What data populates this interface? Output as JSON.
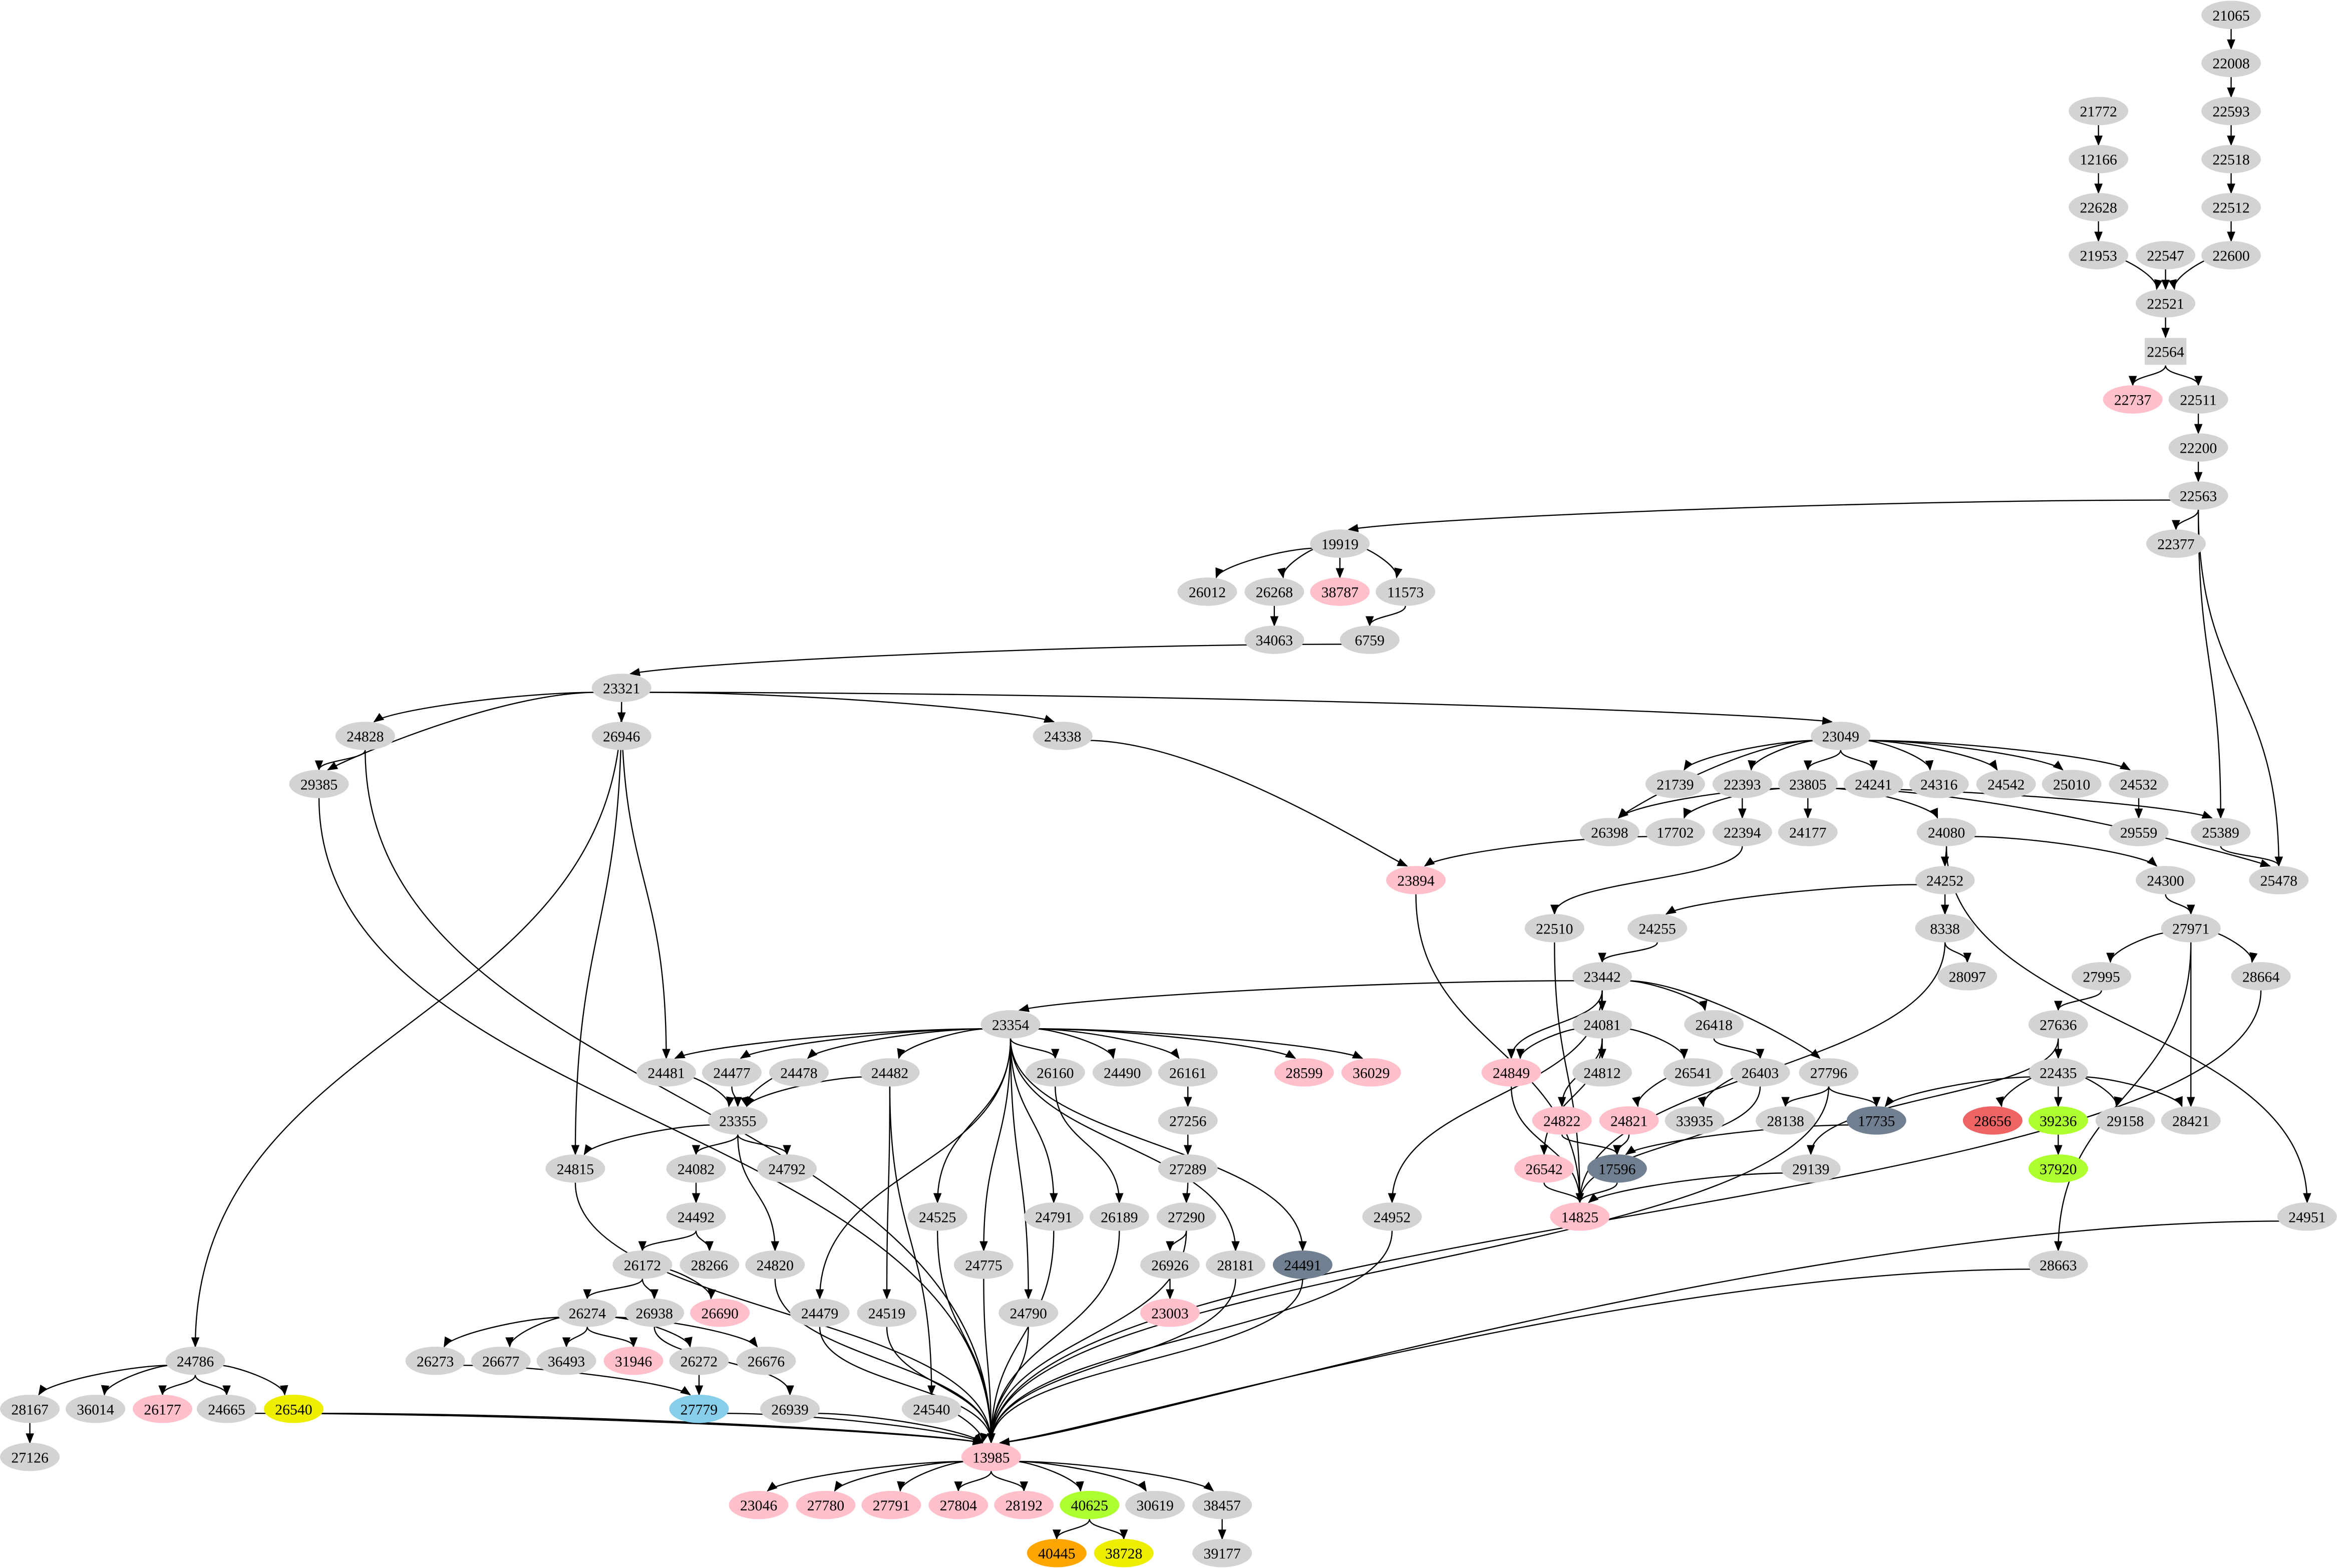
{
  "colors": {
    "default": "#d3d3d3",
    "pink": "#ffc0cb",
    "slate": "#708090",
    "yellow": "#eeee00",
    "skyblue": "#87ceeb",
    "greenyellow": "#adff2f",
    "orange": "#ffa500",
    "red": "#ee6363"
  },
  "nodes": [
    {
      "label": "21065",
      "color": "default"
    },
    {
      "label": "22008",
      "color": "default"
    },
    {
      "label": "22593",
      "color": "default"
    },
    {
      "label": "22518",
      "color": "default"
    },
    {
      "label": "22512",
      "color": "default"
    },
    {
      "label": "22600",
      "color": "default"
    },
    {
      "label": "21772",
      "color": "default"
    },
    {
      "label": "12166",
      "color": "default"
    },
    {
      "label": "22628",
      "color": "default"
    },
    {
      "label": "21953",
      "color": "default"
    },
    {
      "label": "22547",
      "color": "default"
    },
    {
      "label": "22521",
      "color": "default"
    },
    {
      "label": "22564",
      "color": "default",
      "shape": "box"
    },
    {
      "label": "22737",
      "color": "pink"
    },
    {
      "label": "22511",
      "color": "default"
    },
    {
      "label": "22200",
      "color": "default"
    },
    {
      "label": "22563",
      "color": "default"
    },
    {
      "label": "22377",
      "color": "default"
    },
    {
      "label": "19919",
      "color": "default"
    },
    {
      "label": "26012",
      "color": "default"
    },
    {
      "label": "26268",
      "color": "default"
    },
    {
      "label": "38787",
      "color": "pink"
    },
    {
      "label": "11573",
      "color": "default"
    },
    {
      "label": "34063",
      "color": "default"
    },
    {
      "label": "6759",
      "color": "default"
    },
    {
      "label": "23321",
      "color": "default"
    },
    {
      "label": "24828",
      "color": "default"
    },
    {
      "label": "26946",
      "color": "default"
    },
    {
      "label": "24338",
      "color": "default"
    },
    {
      "label": "23049",
      "color": "default"
    },
    {
      "label": "29385",
      "color": "default"
    },
    {
      "label": "21739",
      "color": "default"
    },
    {
      "label": "22393",
      "color": "default"
    },
    {
      "label": "23805",
      "color": "default"
    },
    {
      "label": "24241",
      "color": "default"
    },
    {
      "label": "24316",
      "color": "default"
    },
    {
      "label": "24542",
      "color": "default"
    },
    {
      "label": "25010",
      "color": "default"
    },
    {
      "label": "24532",
      "color": "default"
    },
    {
      "label": "26398",
      "color": "default"
    },
    {
      "label": "17702",
      "color": "default"
    },
    {
      "label": "22394",
      "color": "default"
    },
    {
      "label": "24177",
      "color": "default"
    },
    {
      "label": "24080",
      "color": "default"
    },
    {
      "label": "29559",
      "color": "default"
    },
    {
      "label": "25389",
      "color": "default"
    },
    {
      "label": "23894",
      "color": "pink"
    },
    {
      "label": "24252",
      "color": "default"
    },
    {
      "label": "24300",
      "color": "default"
    },
    {
      "label": "25478",
      "color": "default"
    },
    {
      "label": "22510",
      "color": "default"
    },
    {
      "label": "24255",
      "color": "default"
    },
    {
      "label": "8338",
      "color": "default"
    },
    {
      "label": "27971",
      "color": "default"
    },
    {
      "label": "23442",
      "color": "default"
    },
    {
      "label": "28097",
      "color": "default"
    },
    {
      "label": "27995",
      "color": "default"
    },
    {
      "label": "28664",
      "color": "default"
    },
    {
      "label": "23354",
      "color": "default"
    },
    {
      "label": "24081",
      "color": "default"
    },
    {
      "label": "26418",
      "color": "default"
    },
    {
      "label": "27636",
      "color": "default"
    },
    {
      "label": "24481",
      "color": "default"
    },
    {
      "label": "24477",
      "color": "default"
    },
    {
      "label": "24478",
      "color": "default"
    },
    {
      "label": "24482",
      "color": "default"
    },
    {
      "label": "26160",
      "color": "default"
    },
    {
      "label": "24490",
      "color": "default"
    },
    {
      "label": "26161",
      "color": "default"
    },
    {
      "label": "28599",
      "color": "pink"
    },
    {
      "label": "36029",
      "color": "pink"
    },
    {
      "label": "24849",
      "color": "pink"
    },
    {
      "label": "24812",
      "color": "default"
    },
    {
      "label": "26541",
      "color": "default"
    },
    {
      "label": "26403",
      "color": "default"
    },
    {
      "label": "27796",
      "color": "default"
    },
    {
      "label": "22435",
      "color": "default"
    },
    {
      "label": "23355",
      "color": "default"
    },
    {
      "label": "27256",
      "color": "default"
    },
    {
      "label": "24822",
      "color": "pink"
    },
    {
      "label": "24821",
      "color": "pink"
    },
    {
      "label": "33935",
      "color": "default"
    },
    {
      "label": "28138",
      "color": "default"
    },
    {
      "label": "17735",
      "color": "slate"
    },
    {
      "label": "28656",
      "color": "red"
    },
    {
      "label": "39236",
      "color": "greenyellow"
    },
    {
      "label": "29158",
      "color": "default"
    },
    {
      "label": "28421",
      "color": "default"
    },
    {
      "label": "24815",
      "color": "default"
    },
    {
      "label": "24082",
      "color": "default"
    },
    {
      "label": "24792",
      "color": "default"
    },
    {
      "label": "27289",
      "color": "default"
    },
    {
      "label": "26542",
      "color": "pink"
    },
    {
      "label": "17596",
      "color": "slate"
    },
    {
      "label": "29139",
      "color": "default"
    },
    {
      "label": "37920",
      "color": "greenyellow"
    },
    {
      "label": "24951",
      "color": "default"
    },
    {
      "label": "24492",
      "color": "default"
    },
    {
      "label": "24525",
      "color": "default"
    },
    {
      "label": "24791",
      "color": "default"
    },
    {
      "label": "26189",
      "color": "default"
    },
    {
      "label": "27290",
      "color": "default"
    },
    {
      "label": "24952",
      "color": "default"
    },
    {
      "label": "14825",
      "color": "pink"
    },
    {
      "label": "26172",
      "color": "default"
    },
    {
      "label": "28266",
      "color": "default"
    },
    {
      "label": "24820",
      "color": "default"
    },
    {
      "label": "24775",
      "color": "default"
    },
    {
      "label": "26926",
      "color": "default"
    },
    {
      "label": "28181",
      "color": "default"
    },
    {
      "label": "24491",
      "color": "slate"
    },
    {
      "label": "28663",
      "color": "default"
    },
    {
      "label": "26274",
      "color": "default"
    },
    {
      "label": "26938",
      "color": "default"
    },
    {
      "label": "26690",
      "color": "pink"
    },
    {
      "label": "24479",
      "color": "default"
    },
    {
      "label": "24519",
      "color": "default"
    },
    {
      "label": "24790",
      "color": "default"
    },
    {
      "label": "23003",
      "color": "pink"
    },
    {
      "label": "24786",
      "color": "default"
    },
    {
      "label": "26273",
      "color": "default"
    },
    {
      "label": "26677",
      "color": "default"
    },
    {
      "label": "36493",
      "color": "default"
    },
    {
      "label": "31946",
      "color": "pink"
    },
    {
      "label": "26272",
      "color": "default"
    },
    {
      "label": "26676",
      "color": "default"
    },
    {
      "label": "28167",
      "color": "default"
    },
    {
      "label": "36014",
      "color": "default"
    },
    {
      "label": "26177",
      "color": "pink"
    },
    {
      "label": "24665",
      "color": "default"
    },
    {
      "label": "26540",
      "color": "yellow"
    },
    {
      "label": "27779",
      "color": "skyblue"
    },
    {
      "label": "26939",
      "color": "default"
    },
    {
      "label": "24540",
      "color": "default"
    },
    {
      "label": "27126",
      "color": "default"
    },
    {
      "label": "13985",
      "color": "pink"
    },
    {
      "label": "23046",
      "color": "pink"
    },
    {
      "label": "27780",
      "color": "pink"
    },
    {
      "label": "27791",
      "color": "pink"
    },
    {
      "label": "27804",
      "color": "pink"
    },
    {
      "label": "28192",
      "color": "pink"
    },
    {
      "label": "40625",
      "color": "greenyellow"
    },
    {
      "label": "30619",
      "color": "default"
    },
    {
      "label": "38457",
      "color": "default"
    },
    {
      "label": "40445",
      "color": "orange"
    },
    {
      "label": "38728",
      "color": "yellow"
    },
    {
      "label": "39177",
      "color": "default"
    }
  ],
  "edges": [
    [
      "21065",
      "22008"
    ],
    [
      "22008",
      "22593"
    ],
    [
      "22593",
      "22518"
    ],
    [
      "22518",
      "22512"
    ],
    [
      "22512",
      "22600"
    ],
    [
      "22600",
      "22521"
    ],
    [
      "21772",
      "12166"
    ],
    [
      "12166",
      "22628"
    ],
    [
      "22628",
      "21953"
    ],
    [
      "21953",
      "22521"
    ],
    [
      "22547",
      "22521"
    ],
    [
      "22521",
      "22564"
    ],
    [
      "22564",
      "22737"
    ],
    [
      "22564",
      "22511"
    ],
    [
      "22511",
      "22200"
    ],
    [
      "22200",
      "22563"
    ],
    [
      "22563",
      "19919"
    ],
    [
      "22563",
      "22377"
    ],
    [
      "22563",
      "25389"
    ],
    [
      "22563",
      "25478"
    ],
    [
      "19919",
      "26012"
    ],
    [
      "19919",
      "26268"
    ],
    [
      "19919",
      "38787"
    ],
    [
      "19919",
      "11573"
    ],
    [
      "26268",
      "34063"
    ],
    [
      "11573",
      "6759"
    ],
    [
      "6759",
      "23321"
    ],
    [
      "23321",
      "24786"
    ],
    [
      "23321",
      "29385"
    ],
    [
      "23321",
      "24828"
    ],
    [
      "23321",
      "26946"
    ],
    [
      "23321",
      "24815"
    ],
    [
      "23321",
      "24481"
    ],
    [
      "23321",
      "24338"
    ],
    [
      "23321",
      "23049"
    ],
    [
      "24828",
      "29385"
    ],
    [
      "24828",
      "13985"
    ],
    [
      "29385",
      "13985"
    ],
    [
      "24338",
      "23894"
    ],
    [
      "23049",
      "26398"
    ],
    [
      "23049",
      "21739"
    ],
    [
      "23049",
      "22393"
    ],
    [
      "23049",
      "23805"
    ],
    [
      "23049",
      "24241"
    ],
    [
      "23049",
      "24316"
    ],
    [
      "23049",
      "24542"
    ],
    [
      "23049",
      "25010"
    ],
    [
      "23049",
      "24532"
    ],
    [
      "22393",
      "22394"
    ],
    [
      "24532",
      "29559"
    ],
    [
      "23805",
      "26398"
    ],
    [
      "23805",
      "17702"
    ],
    [
      "23805",
      "24177"
    ],
    [
      "23805",
      "24080"
    ],
    [
      "23805",
      "25389"
    ],
    [
      "23805",
      "25478"
    ],
    [
      "17702",
      "23894"
    ],
    [
      "22394",
      "22510"
    ],
    [
      "25389",
      "25478"
    ],
    [
      "24080",
      "24252"
    ],
    [
      "24080",
      "24300"
    ],
    [
      "24080",
      "24951"
    ],
    [
      "24252",
      "24255"
    ],
    [
      "24252",
      "8338"
    ],
    [
      "24300",
      "27971"
    ],
    [
      "8338",
      "28097"
    ],
    [
      "8338",
      "14825"
    ],
    [
      "27971",
      "27995"
    ],
    [
      "27971",
      "28664"
    ],
    [
      "27971",
      "28421"
    ],
    [
      "27971",
      "28663"
    ],
    [
      "27995",
      "27636"
    ],
    [
      "27636",
      "22435"
    ],
    [
      "27636",
      "29139"
    ],
    [
      "28664",
      "13985"
    ],
    [
      "24951",
      "13985"
    ],
    [
      "28663",
      "13985"
    ],
    [
      "27796",
      "13985"
    ],
    [
      "24952",
      "13985"
    ],
    [
      "22510",
      "14825"
    ],
    [
      "23894",
      "14825"
    ],
    [
      "24255",
      "23442"
    ],
    [
      "23442",
      "23354"
    ],
    [
      "23442",
      "24952"
    ],
    [
      "23442",
      "24849"
    ],
    [
      "23442",
      "24081"
    ],
    [
      "23442",
      "26418"
    ],
    [
      "23442",
      "27796"
    ],
    [
      "24081",
      "24849"
    ],
    [
      "24081",
      "24812"
    ],
    [
      "24081",
      "24822"
    ],
    [
      "24081",
      "26542"
    ],
    [
      "24081",
      "26541"
    ],
    [
      "26418",
      "26403"
    ],
    [
      "26541",
      "24821"
    ],
    [
      "26403",
      "33935"
    ],
    [
      "26403",
      "14825"
    ],
    [
      "27796",
      "28138"
    ],
    [
      "27796",
      "17735"
    ],
    [
      "22435",
      "17735"
    ],
    [
      "22435",
      "28656"
    ],
    [
      "22435",
      "39236"
    ],
    [
      "22435",
      "29158"
    ],
    [
      "22435",
      "28421"
    ],
    [
      "39236",
      "37920"
    ],
    [
      "24822",
      "17596"
    ],
    [
      "24821",
      "17596"
    ],
    [
      "17735",
      "17596"
    ],
    [
      "24849",
      "14825"
    ],
    [
      "26542",
      "14825"
    ],
    [
      "17596",
      "14825"
    ],
    [
      "29139",
      "14825"
    ],
    [
      "23354",
      "24481"
    ],
    [
      "23354",
      "24477"
    ],
    [
      "23354",
      "24478"
    ],
    [
      "23354",
      "24482"
    ],
    [
      "23354",
      "24479"
    ],
    [
      "23354",
      "24525"
    ],
    [
      "23354",
      "24775"
    ],
    [
      "23354",
      "24790"
    ],
    [
      "23354",
      "24791"
    ],
    [
      "23354",
      "26160"
    ],
    [
      "23354",
      "24490"
    ],
    [
      "23354",
      "26161"
    ],
    [
      "23354",
      "28181"
    ],
    [
      "23354",
      "24491"
    ],
    [
      "23354",
      "28599"
    ],
    [
      "23354",
      "36029"
    ],
    [
      "24481",
      "23355"
    ],
    [
      "24477",
      "23355"
    ],
    [
      "24478",
      "23355"
    ],
    [
      "24482",
      "23355"
    ],
    [
      "24482",
      "24519"
    ],
    [
      "24482",
      "24540"
    ],
    [
      "23355",
      "24815"
    ],
    [
      "23355",
      "24082"
    ],
    [
      "23355",
      "24792"
    ],
    [
      "23355",
      "24820"
    ],
    [
      "24082",
      "24492"
    ],
    [
      "24492",
      "26172"
    ],
    [
      "24492",
      "28266"
    ],
    [
      "26172",
      "26274"
    ],
    [
      "26172",
      "26938"
    ],
    [
      "26172",
      "26690"
    ],
    [
      "26274",
      "26273"
    ],
    [
      "26274",
      "26677"
    ],
    [
      "26274",
      "36493"
    ],
    [
      "26274",
      "31946"
    ],
    [
      "26274",
      "26272"
    ],
    [
      "26274",
      "26676"
    ],
    [
      "26938",
      "26939"
    ],
    [
      "26272",
      "27779"
    ],
    [
      "26273",
      "27779"
    ],
    [
      "27779",
      "13985"
    ],
    [
      "26939",
      "13985"
    ],
    [
      "24540",
      "13985"
    ],
    [
      "24815",
      "13985"
    ],
    [
      "24820",
      "13985"
    ],
    [
      "24479",
      "13985"
    ],
    [
      "24519",
      "13985"
    ],
    [
      "24525",
      "13985"
    ],
    [
      "24775",
      "13985"
    ],
    [
      "24790",
      "13985"
    ],
    [
      "24791",
      "13985"
    ],
    [
      "26189",
      "13985"
    ],
    [
      "27290",
      "13985"
    ],
    [
      "28181",
      "13985"
    ],
    [
      "24491",
      "13985"
    ],
    [
      "24665",
      "13985"
    ],
    [
      "26540",
      "13985"
    ],
    [
      "26160",
      "26189"
    ],
    [
      "26161",
      "27256"
    ],
    [
      "27256",
      "27289"
    ],
    [
      "27289",
      "27290"
    ],
    [
      "27290",
      "26926"
    ],
    [
      "26926",
      "23003"
    ],
    [
      "24786",
      "28167"
    ],
    [
      "24786",
      "36014"
    ],
    [
      "24786",
      "26177"
    ],
    [
      "24786",
      "24665"
    ],
    [
      "24786",
      "26540"
    ],
    [
      "28167",
      "27126"
    ],
    [
      "13985",
      "23046"
    ],
    [
      "13985",
      "27780"
    ],
    [
      "13985",
      "27791"
    ],
    [
      "13985",
      "27804"
    ],
    [
      "13985",
      "28192"
    ],
    [
      "13985",
      "40625"
    ],
    [
      "13985",
      "30619"
    ],
    [
      "13985",
      "38457"
    ],
    [
      "40625",
      "40445"
    ],
    [
      "40625",
      "38728"
    ],
    [
      "38457",
      "39177"
    ]
  ]
}
